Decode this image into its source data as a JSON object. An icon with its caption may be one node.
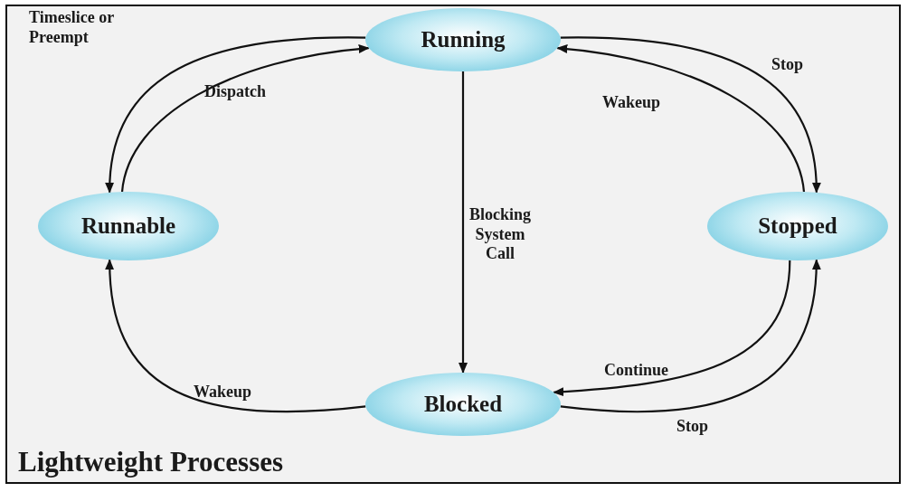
{
  "diagram": {
    "title": "Lightweight Processes",
    "nodes": [
      {
        "text": [
          "Running"
        ]
      },
      {
        "text": [
          "Runnable"
        ]
      },
      {
        "text": [
          "Stopped"
        ]
      },
      {
        "text": [
          "Blocked"
        ]
      }
    ],
    "edges": [
      {
        "from": 0,
        "to": 1,
        "arrow": "to",
        "label": "Timeslice or Preempt"
      },
      {
        "from": 1,
        "to": 0,
        "arrow": "to",
        "label": "Dispatch"
      },
      {
        "from": 0,
        "to": 2,
        "arrow": "to",
        "label": "Stop"
      },
      {
        "from": 2,
        "to": 0,
        "arrow": "to",
        "label": "Wakeup"
      },
      {
        "from": 0,
        "to": 3,
        "arrow": "to",
        "label": "Blocking System Call"
      },
      {
        "from": 2,
        "to": 3,
        "arrow": "to",
        "label": "Continue"
      },
      {
        "from": 3,
        "to": 1,
        "arrow": "to",
        "label": "Wakeup"
      },
      {
        "from": 3,
        "to": 2,
        "arrow": "to",
        "label": "Stop"
      }
    ]
  }
}
